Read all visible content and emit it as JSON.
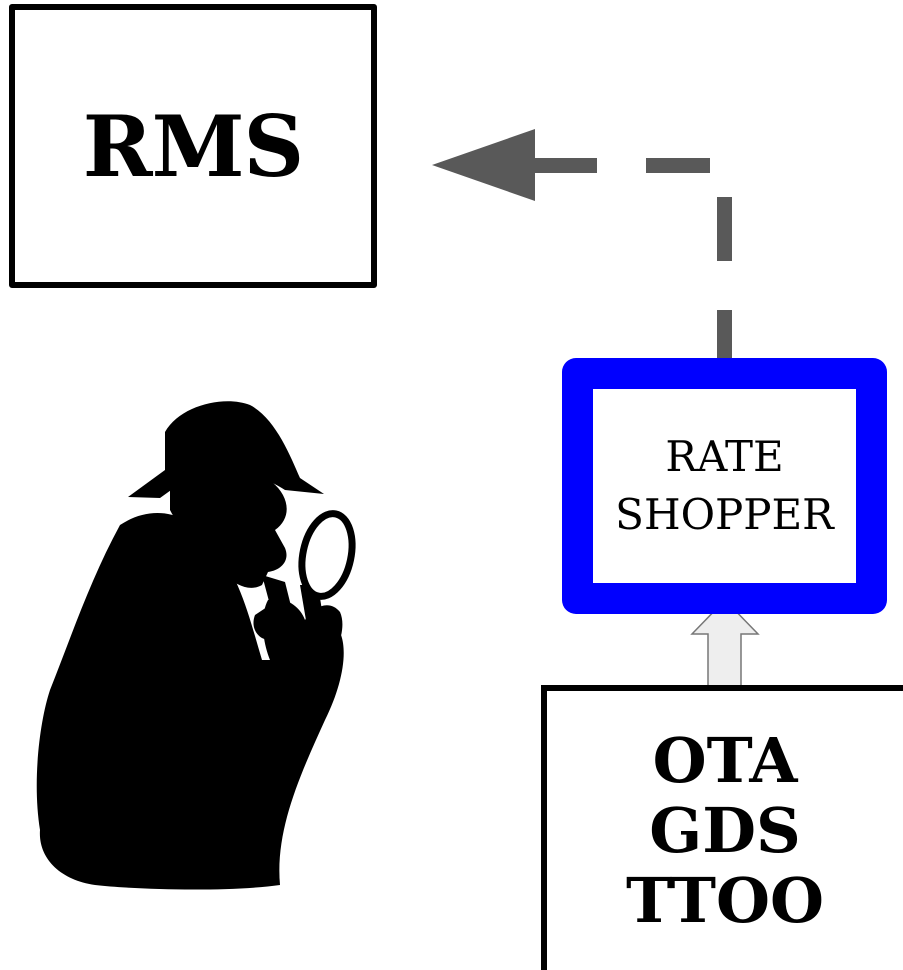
{
  "nodes": {
    "rms": {
      "label": "RMS"
    },
    "rate_shopper": {
      "lines": [
        "RATE",
        "SHOPPER"
      ],
      "border_color": "#0000ff"
    },
    "sources": {
      "lines": [
        "OTA",
        "GDS",
        "TTOO"
      ]
    }
  },
  "connectors": {
    "rate_to_rms": {
      "style": "dashed",
      "color": "#595959",
      "icon": "arrow-left-icon"
    },
    "sources_to_rate": {
      "style": "block-arrow-up",
      "fill": "#eeeeee",
      "icon": "arrow-up-icon"
    }
  },
  "illustration": {
    "icon": "detective-with-magnifying-glass-icon"
  }
}
